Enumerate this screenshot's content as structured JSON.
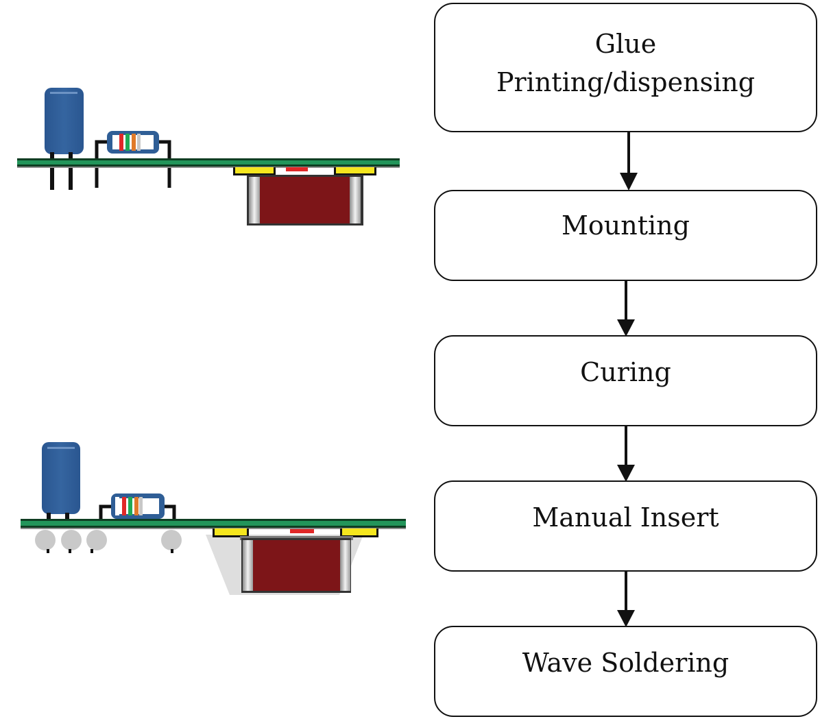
{
  "diagram": {
    "type": "process-flowchart",
    "steps": [
      {
        "id": "glue",
        "label": "Glue\nPrinting/dispensing"
      },
      {
        "id": "mounting",
        "label": "Mounting"
      },
      {
        "id": "curing",
        "label": "Curing"
      },
      {
        "id": "manual-insert",
        "label": "Manual Insert"
      },
      {
        "id": "wave-soldering",
        "label": "Wave Soldering"
      }
    ],
    "illustrations": [
      {
        "id": "pcb-before-soldering",
        "stage": "after mounting/curing",
        "components": [
          "electrolytic-capacitor",
          "through-hole-resistor",
          "smd-chip-on-underside"
        ],
        "solder_applied": false
      },
      {
        "id": "pcb-after-wave-soldering",
        "stage": "after wave soldering",
        "components": [
          "electrolytic-capacitor",
          "through-hole-resistor",
          "smd-chip-on-underside"
        ],
        "solder_applied": true
      }
    ],
    "colors": {
      "pcb": "#1f8a4c",
      "capacitor": "#2f5e96",
      "resistor_band_1": "#e02828",
      "resistor_band_2": "#1faa55",
      "resistor_band_3": "#e07a2a",
      "resistor_band_4": "#c8c8c8",
      "smd_body": "#7d1518",
      "pad": "#f5e61e",
      "glue": "#e02828",
      "solder": "#c9c9c9"
    }
  }
}
